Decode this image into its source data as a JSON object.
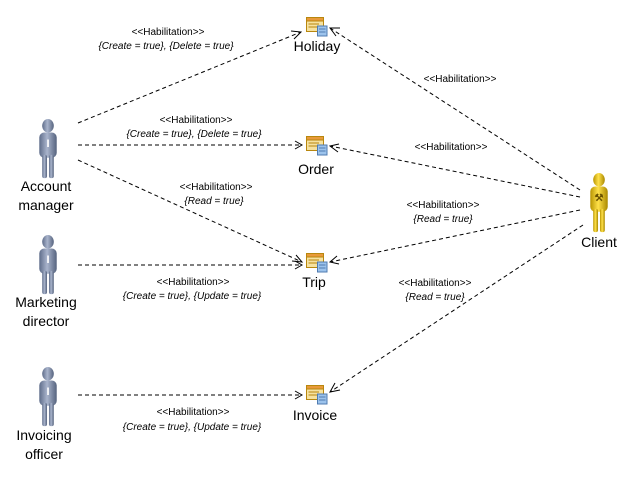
{
  "actors": [
    {
      "id": "account",
      "lines": [
        "Account",
        "manager"
      ],
      "color": "#7d8aa5"
    },
    {
      "id": "marketing",
      "lines": [
        "Marketing",
        "director"
      ],
      "color": "#7d8aa5"
    },
    {
      "id": "invoicing",
      "lines": [
        "Invoicing",
        "officer"
      ],
      "color": "#7d8aa5"
    },
    {
      "id": "client",
      "lines": [
        "Client"
      ],
      "color": "#d9b800"
    }
  ],
  "entities": [
    {
      "id": "holiday",
      "label": "Holiday"
    },
    {
      "id": "order",
      "label": "Order"
    },
    {
      "id": "trip",
      "label": "Trip"
    },
    {
      "id": "invoice",
      "label": "Invoice"
    }
  ],
  "links": [
    {
      "id": "am-holiday",
      "stereotype": "<<Habilitation>>",
      "constraint": "{Create = true}, {Delete = true}"
    },
    {
      "id": "am-order",
      "stereotype": "<<Habilitation>>",
      "constraint": "{Create = true}, {Delete = true}"
    },
    {
      "id": "am-trip",
      "stereotype": "<<Habilitation>>",
      "constraint": "{Read = true}"
    },
    {
      "id": "md-trip",
      "stereotype": "<<Habilitation>>",
      "constraint": "{Create = true}, {Update = true}"
    },
    {
      "id": "io-invoice",
      "stereotype": "<<Habilitation>>",
      "constraint": "{Create = true}, {Update = true}"
    },
    {
      "id": "cl-holiday",
      "stereotype": "<<Habilitation>>",
      "constraint": ""
    },
    {
      "id": "cl-order",
      "stereotype": "<<Habilitation>>",
      "constraint": ""
    },
    {
      "id": "cl-trip",
      "stereotype": "<<Habilitation>>",
      "constraint": "{Read = true}"
    },
    {
      "id": "cl-invoice",
      "stereotype": "<<Habilitation>>",
      "constraint": "{Read = true}"
    }
  ]
}
